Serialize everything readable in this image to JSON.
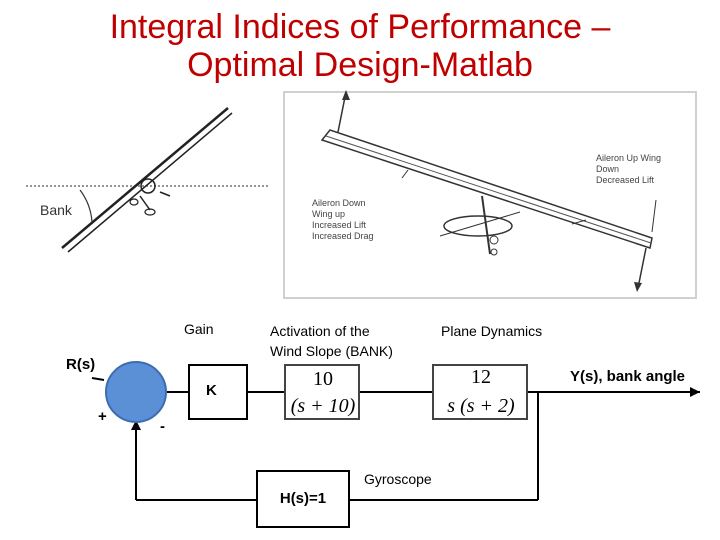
{
  "title": {
    "line1": "Integral Indices of Performance –",
    "line2": "Optimal Design-Matlab"
  },
  "left_figure": {
    "bank_label": "Bank"
  },
  "right_figure": {
    "aileron_left": [
      "Aileron Down",
      "Wing up",
      "Increased Lift",
      "Increased Drag"
    ],
    "aileron_right": [
      "Aileron Up Wing",
      "Down",
      "Decreased Lift"
    ]
  },
  "block_diagram": {
    "gain_label": "Gain",
    "activation_label_1": "Activation of the",
    "activation_label_2": "Wind Slope (BANK)",
    "plant_label": "Plane Dynamics",
    "input_label": "R(s)",
    "output_label": "Y(s), bank angle",
    "plus_sign": "+",
    "minus_sign": "-",
    "gain_block": "K",
    "actuator_num": "10",
    "actuator_den": "(s + 10)",
    "plant_num": "12",
    "plant_den": "s (s + 2)",
    "feedback_block": "H(s)=1",
    "feedback_label": "Gyroscope"
  },
  "colors": {
    "title": "#c00000",
    "summer": "#5b8fd6"
  }
}
